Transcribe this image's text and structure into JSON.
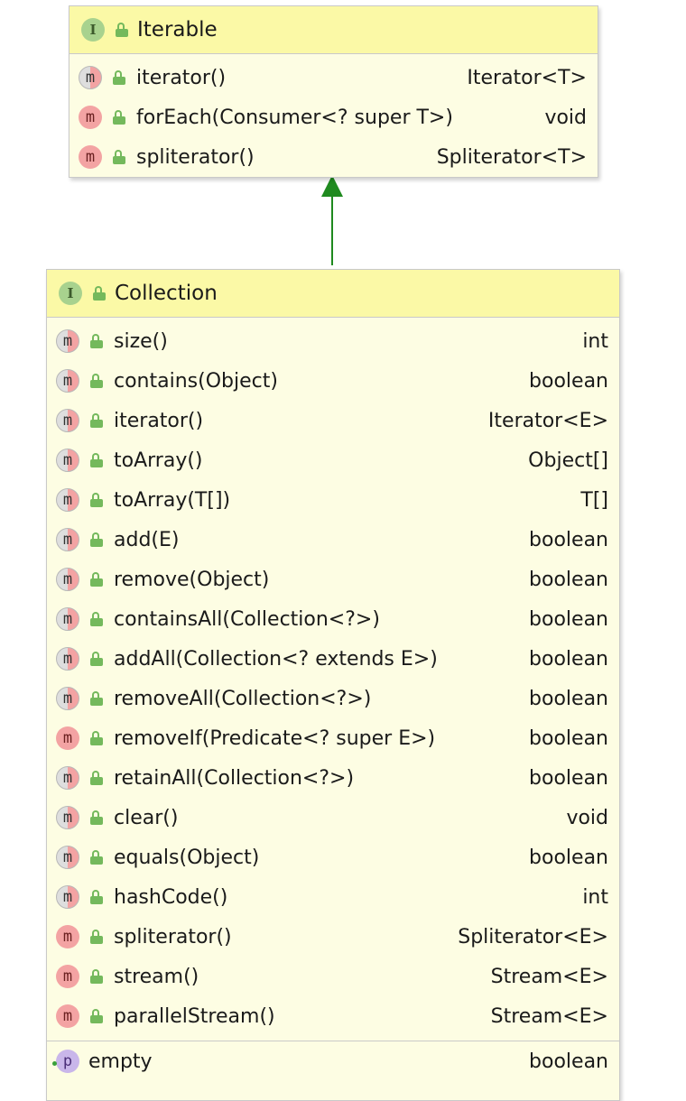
{
  "iterable": {
    "badge": "I",
    "title": "Iterable",
    "methods": [
      {
        "badge": "m",
        "kind": "abstract",
        "signature": "iterator()",
        "return_type": "Iterator<T>"
      },
      {
        "badge": "m",
        "kind": "default",
        "signature": "forEach(Consumer<? super T>)",
        "return_type": "void"
      },
      {
        "badge": "m",
        "kind": "default",
        "signature": "spliterator()",
        "return_type": "Spliterator<T>"
      }
    ]
  },
  "collection": {
    "badge": "I",
    "title": "Collection",
    "methods": [
      {
        "badge": "m",
        "kind": "abstract",
        "signature": "size()",
        "return_type": "int"
      },
      {
        "badge": "m",
        "kind": "abstract",
        "signature": "contains(Object)",
        "return_type": "boolean"
      },
      {
        "badge": "m",
        "kind": "abstract",
        "signature": "iterator()",
        "return_type": "Iterator<E>"
      },
      {
        "badge": "m",
        "kind": "abstract",
        "signature": "toArray()",
        "return_type": "Object[]"
      },
      {
        "badge": "m",
        "kind": "abstract",
        "signature": "toArray(T[])",
        "return_type": "T[]"
      },
      {
        "badge": "m",
        "kind": "abstract",
        "signature": "add(E)",
        "return_type": "boolean"
      },
      {
        "badge": "m",
        "kind": "abstract",
        "signature": "remove(Object)",
        "return_type": "boolean"
      },
      {
        "badge": "m",
        "kind": "abstract",
        "signature": "containsAll(Collection<?>)",
        "return_type": "boolean"
      },
      {
        "badge": "m",
        "kind": "abstract",
        "signature": "addAll(Collection<? extends E>)",
        "return_type": "boolean"
      },
      {
        "badge": "m",
        "kind": "abstract",
        "signature": "removeAll(Collection<?>)",
        "return_type": "boolean"
      },
      {
        "badge": "m",
        "kind": "default",
        "signature": "removeIf(Predicate<? super E>)",
        "return_type": "boolean"
      },
      {
        "badge": "m",
        "kind": "abstract",
        "signature": "retainAll(Collection<?>)",
        "return_type": "boolean"
      },
      {
        "badge": "m",
        "kind": "abstract",
        "signature": "clear()",
        "return_type": "void"
      },
      {
        "badge": "m",
        "kind": "abstract",
        "signature": "equals(Object)",
        "return_type": "boolean"
      },
      {
        "badge": "m",
        "kind": "abstract",
        "signature": "hashCode()",
        "return_type": "int"
      },
      {
        "badge": "m",
        "kind": "default",
        "signature": "spliterator()",
        "return_type": "Spliterator<E>"
      },
      {
        "badge": "m",
        "kind": "default",
        "signature": "stream()",
        "return_type": "Stream<E>"
      },
      {
        "badge": "m",
        "kind": "default",
        "signature": "parallelStream()",
        "return_type": "Stream<E>"
      }
    ],
    "properties": [
      {
        "badge": "p",
        "name": "empty",
        "type": "boolean"
      }
    ]
  },
  "colors": {
    "header_bg": "#fbf9a6",
    "body_bg": "#fdfde3",
    "arrow": "#1f8a1f",
    "lock": "#74b95c"
  }
}
